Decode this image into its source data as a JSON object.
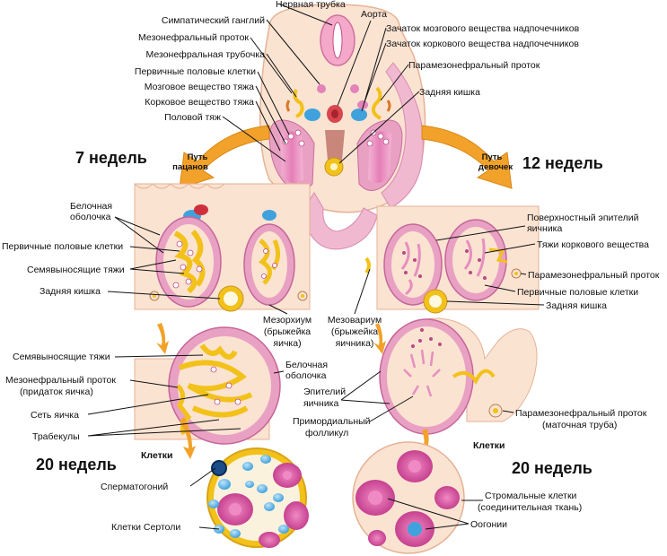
{
  "stages": {
    "week7": "7 недель",
    "week12": "12 недель",
    "week20_left": "20 недель",
    "week20_right": "20 недель"
  },
  "arrows": {
    "boys_line1": "Путь",
    "boys_line2": "пацанов",
    "girls_line1": "Путь",
    "girls_line2": "девочек",
    "cells_left": "Клетки",
    "cells_right": "Клетки"
  },
  "top_labels": {
    "neural_tube": "Нервная трубка",
    "aorta": "Аорта",
    "sympathetic_ganglion": "Симпатический ганглий",
    "adrenal_medulla": "Зачаток мозгового вещества надпочечников",
    "mesonephric_duct": "Мезонефральный проток",
    "adrenal_cortex": "Зачаток коркового вещества надпочечников",
    "mesonephric_tubule": "Мезонефральная трубочка",
    "paramesonephric_duct": "Парамезонефральный проток",
    "primary_germ_cells": "Первичные половые клетки",
    "medullary_cord": "Мозговое вещество тяжа",
    "hindgut": "Задняя кишка",
    "cortical_cord": "Корковое вещество тяжа",
    "genital_cord": "Половой тяж"
  },
  "male7_labels": {
    "tunica_albuginea_1": "Белочная",
    "tunica_albuginea_2": "оболочка",
    "primary_germ_cells": "Первичные половые клетки",
    "seminiferous_cords": "Семявыносящие тяжи",
    "hindgut": "Задняя кишка",
    "mesorchium_1": "Мезорхиум",
    "mesorchium_2": "(брыжейка",
    "mesorchium_3": "яичка)"
  },
  "female12_labels": {
    "mesovarium_1": "Мезовариум",
    "mesovarium_2": "(брыжейка",
    "mesovarium_3": "яичника)",
    "surface_epithelium_1": "Поверхностный эпителий",
    "surface_epithelium_2": "яичника",
    "cortical_cords": "Тяжи коркового вещества",
    "paramesonephric_duct": "Парамезонефральный проток",
    "primary_germ_cells": "Первичные половые клетки",
    "hindgut": "Задняя кишка"
  },
  "male20_labels": {
    "seminiferous_cords": "Семявыносящие тяжи",
    "mesonephric_duct_1": "Мезонефральный проток",
    "mesonephric_duct_2": "(придаток яичка)",
    "rete_testis": "Сеть яичка",
    "trabeculae": "Трабекулы",
    "tunica_albuginea_1": "Белочная",
    "tunica_albuginea_2": "оболочка",
    "spermatogonium": "Сперматогоний",
    "sertoli_cells": "Клетки Сертоли"
  },
  "female20_labels": {
    "ovarian_epithelium_1": "Эпителий",
    "ovarian_epithelium_2": "яичника",
    "primordial_follicle_1": "Примордиальный",
    "primordial_follicle_2": "фолликул",
    "paramesonephric_duct_1": "Парамезонефральный проток",
    "paramesonephric_duct_2": "(маточная труба)",
    "stromal_cells_1": "Стромальные клетки",
    "stromal_cells_2": "(соединительная ткань)",
    "oogonia": "Оогонии"
  },
  "colors": {
    "skin": "#fbe3d2",
    "skin_edge": "#e8b79c",
    "pink": "#e89ac6",
    "pink_dark": "#c0568f",
    "magenta": "#d4409a",
    "yellow": "#f2c21a",
    "orange_arrow": "#f2a22a",
    "blue": "#3fa2dd",
    "red": "#cf2f3c"
  }
}
